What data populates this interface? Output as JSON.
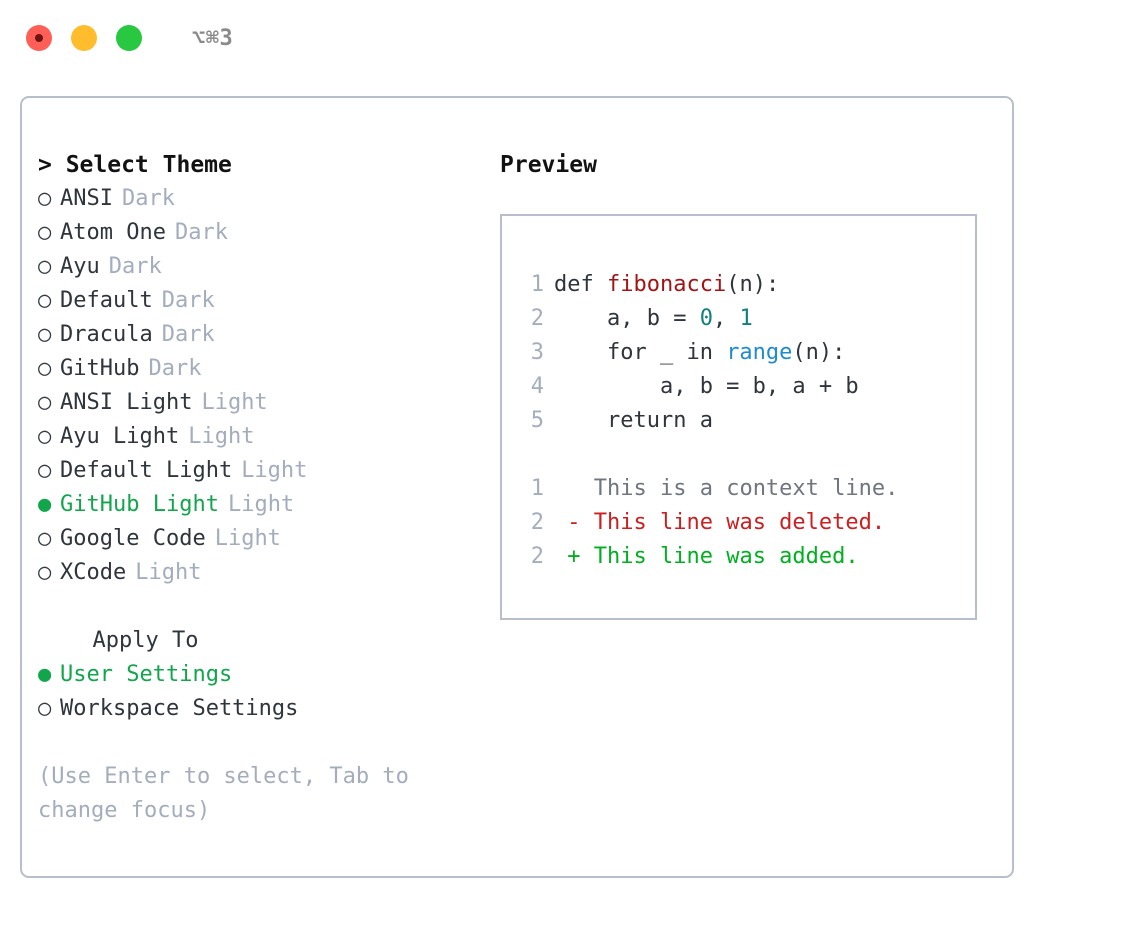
{
  "titlebar": {
    "shortcut": "⌥⌘3",
    "lights": [
      {
        "name": "close",
        "color": "#ff5f57"
      },
      {
        "name": "minimize",
        "color": "#ffbd2e"
      },
      {
        "name": "maximize",
        "color": "#28c840"
      }
    ]
  },
  "theme_picker": {
    "header": "> Select Theme",
    "marker_unselected": "○",
    "marker_selected": "●",
    "items": [
      {
        "name": "ANSI",
        "badge": "Dark",
        "selected": false
      },
      {
        "name": "Atom One",
        "badge": "Dark",
        "selected": false
      },
      {
        "name": "Ayu",
        "badge": "Dark",
        "selected": false
      },
      {
        "name": "Default",
        "badge": "Dark",
        "selected": false
      },
      {
        "name": "Dracula",
        "badge": "Dark",
        "selected": false
      },
      {
        "name": "GitHub",
        "badge": "Dark",
        "selected": false
      },
      {
        "name": "ANSI Light",
        "badge": "Light",
        "selected": false
      },
      {
        "name": "Ayu Light",
        "badge": "Light",
        "selected": false
      },
      {
        "name": "Default Light",
        "badge": "Light",
        "selected": false
      },
      {
        "name": "GitHub Light",
        "badge": "Light",
        "selected": true
      },
      {
        "name": "Google Code",
        "badge": "Light",
        "selected": false
      },
      {
        "name": "XCode",
        "badge": "Light",
        "selected": false
      }
    ]
  },
  "apply_to": {
    "title": "  Apply To",
    "options": [
      {
        "label": "User Settings",
        "selected": true
      },
      {
        "label": "Workspace Settings",
        "selected": false
      }
    ]
  },
  "hint": "(Use Enter to select, Tab to change focus)",
  "preview": {
    "title": "Preview",
    "code": [
      {
        "ln": "1",
        "segments": [
          {
            "text": "def ",
            "tok": "plain"
          },
          {
            "text": "fibonacci",
            "tok": "fn"
          },
          {
            "text": "(n):",
            "tok": "plain"
          }
        ]
      },
      {
        "ln": "2",
        "segments": [
          {
            "text": "    a, b = ",
            "tok": "plain"
          },
          {
            "text": "0",
            "tok": "num"
          },
          {
            "text": ", ",
            "tok": "plain"
          },
          {
            "text": "1",
            "tok": "num"
          }
        ]
      },
      {
        "ln": "3",
        "segments": [
          {
            "text": "    for _ in ",
            "tok": "plain"
          },
          {
            "text": "range",
            "tok": "call"
          },
          {
            "text": "(n):",
            "tok": "plain"
          }
        ]
      },
      {
        "ln": "4",
        "segments": [
          {
            "text": "        a, b = b, a + b",
            "tok": "plain"
          }
        ]
      },
      {
        "ln": "5",
        "segments": [
          {
            "text": "    return a",
            "tok": "plain"
          }
        ]
      }
    ],
    "diff": [
      {
        "ln": "1",
        "marker": " ",
        "text": "This is a context line.",
        "kind": "ctx"
      },
      {
        "ln": "2",
        "marker": "-",
        "text": "This line was deleted.",
        "kind": "del"
      },
      {
        "ln": "2",
        "marker": "+",
        "text": "This line was added.",
        "kind": "add"
      }
    ]
  },
  "colors": {
    "accent_green": "#12a64c",
    "muted": "#a3adbd",
    "border": "#b7bfcc",
    "text": "#2f353c",
    "diff_add": "#00b020",
    "diff_del": "#cc1f1f",
    "tok_fn": "#a31515",
    "tok_num": "#0f7f7f",
    "tok_call": "#1f8bd0"
  }
}
